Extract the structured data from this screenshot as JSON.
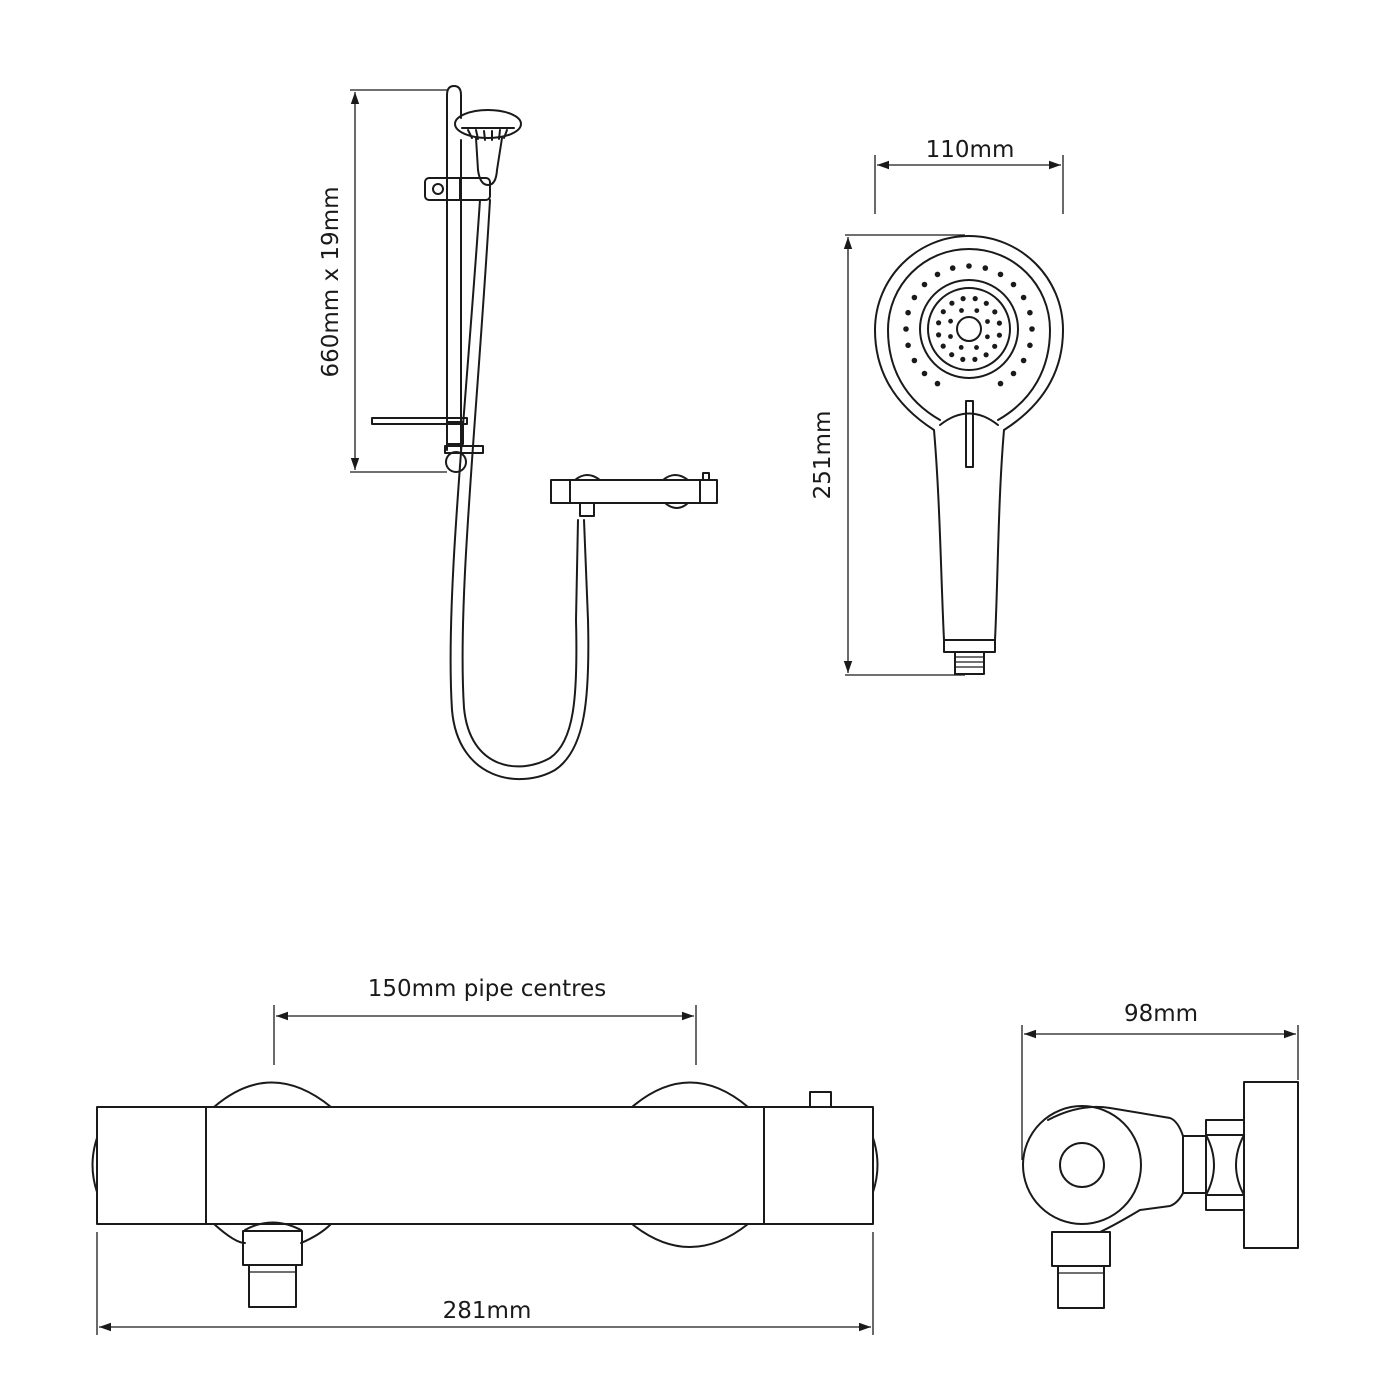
{
  "dimensions": {
    "rail": "660mm x 19mm",
    "handset_width": "110mm",
    "handset_length": "251mm",
    "pipe_centres": "150mm pipe centres",
    "valve_length": "281mm",
    "valve_depth": "98mm"
  },
  "colors": {
    "line": "#1a1a1a",
    "background": "#ffffff"
  }
}
